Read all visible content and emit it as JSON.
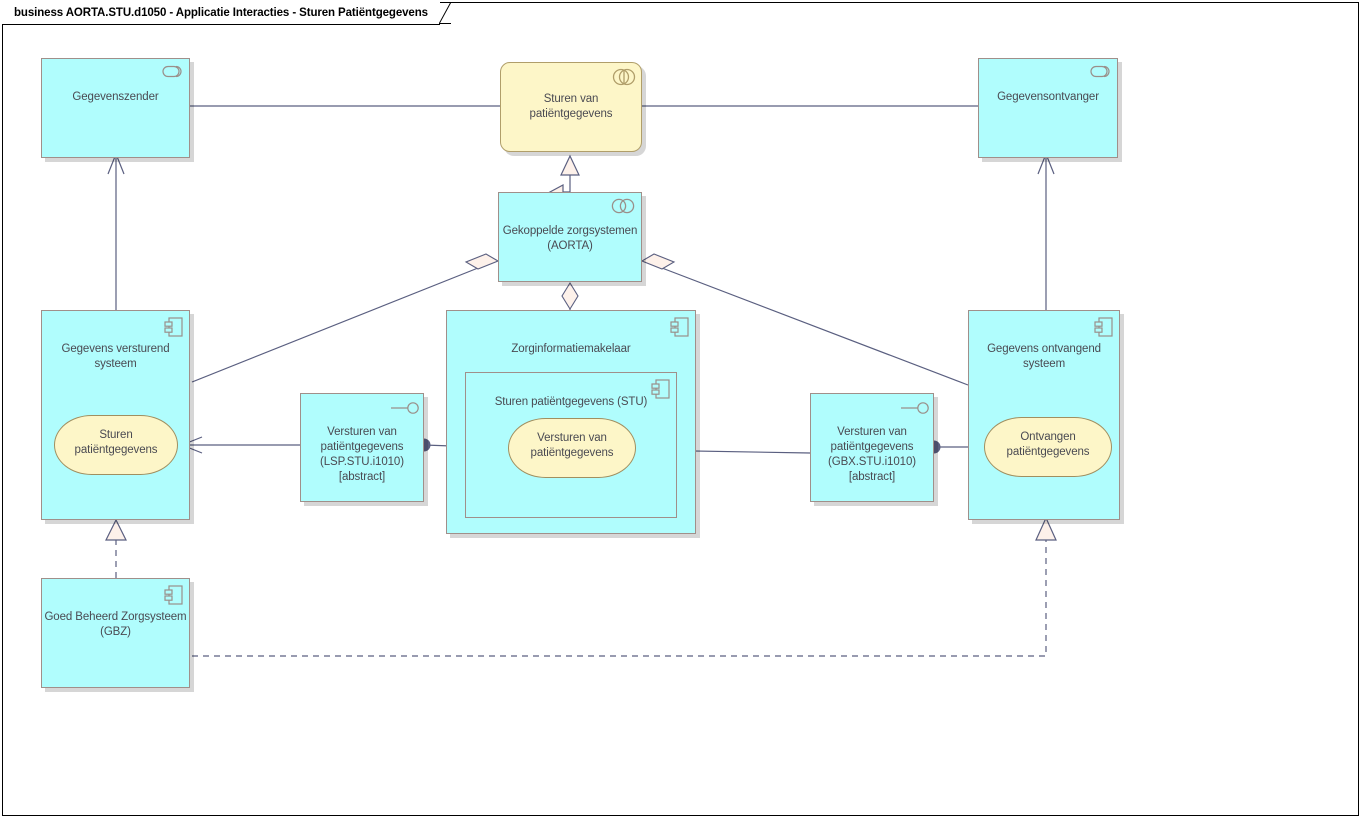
{
  "diagram": {
    "title": "business AORTA.STU.d1050 - Applicatie Interacties - Sturen Patiëntgegevens",
    "type": "uml-component-diagram",
    "colors": {
      "cyan_fill": "#b0fdfd",
      "yellow_fill": "#fdf6c8",
      "node_border": "#9a8f8a",
      "connector": "#5a5f80",
      "text": "#4a4a52",
      "canvas": "#ffffff"
    }
  },
  "nodes": {
    "gegevenszender": {
      "label": "Gegevenszender",
      "icon": "actor-role-icon",
      "kind": "role",
      "fill": "cyan"
    },
    "sturen_van_patientgegevens_collab": {
      "label": "Sturen van\npatiëntgegevens",
      "line1": "Sturen van",
      "line2": "patiëntgegevens",
      "icon": "collaboration-split-icon",
      "kind": "business-collaboration",
      "fill": "yellow"
    },
    "gegevensontvanger": {
      "label": "Gegevensontvanger",
      "icon": "actor-role-icon",
      "kind": "role",
      "fill": "cyan"
    },
    "gekoppelde_zorgsystemen": {
      "line1": "Gekoppelde zorgsystemen",
      "line2": "(AORTA)",
      "icon": "collaboration-circles-icon",
      "kind": "application-collaboration",
      "fill": "cyan"
    },
    "gegevens_versturend_systeem": {
      "line1": "Gegevens versturend",
      "line2": "systeem",
      "icon": "component-icon",
      "kind": "component",
      "fill": "cyan"
    },
    "sturen_patientgegevens_oval_left": {
      "line1": "Sturen",
      "line2": "patiëntgegevens",
      "kind": "behaviour",
      "fill": "yellow"
    },
    "zorginformatiemakelaar": {
      "label": "Zorginformatiemakelaar",
      "icon": "component-icon",
      "kind": "component",
      "fill": "cyan"
    },
    "sturen_patientgegevens_stu": {
      "label": "Sturen patiëntgegevens (STU)",
      "icon": "component-icon",
      "kind": "component",
      "fill": "cyan"
    },
    "versturen_van_patientgegevens_oval_mid": {
      "line1": "Versturen van",
      "line2": "patiëntgegevens",
      "kind": "behaviour",
      "fill": "yellow"
    },
    "lsp_interface": {
      "line1": "Versturen van",
      "line2": "patiëntgegevens",
      "line3": "(LSP.STU.i1010)",
      "line4": "[abstract]",
      "icon": "lollipop-interface-icon",
      "kind": "interface",
      "fill": "cyan"
    },
    "gbx_interface": {
      "line1": "Versturen van",
      "line2": "patiëntgegevens",
      "line3": "(GBX.STU.i1010)",
      "line4": "[abstract]",
      "icon": "lollipop-interface-icon",
      "kind": "interface",
      "fill": "cyan"
    },
    "gegevens_ontvangend_systeem": {
      "line1": "Gegevens ontvangend",
      "line2": "systeem",
      "icon": "component-icon",
      "kind": "component",
      "fill": "cyan"
    },
    "ontvangen_patientgegevens_oval": {
      "line1": "Ontvangen",
      "line2": "patiëntgegevens",
      "kind": "behaviour",
      "fill": "yellow"
    },
    "goed_beheerd_zorgsysteem": {
      "line1": "Goed Beheerd Zorgsysteem",
      "line2": "(GBZ)",
      "icon": "component-icon",
      "kind": "component",
      "fill": "cyan"
    }
  },
  "connectors": [
    {
      "name": "zender-to-collab",
      "style": "solid",
      "arrow": "none"
    },
    {
      "name": "collab-to-ontvanger",
      "style": "solid",
      "arrow": "none"
    },
    {
      "name": "aorta-realizes-collab",
      "style": "solid",
      "arrow": "hollow-triangle"
    },
    {
      "name": "aorta-aggregates-versturend",
      "style": "solid",
      "arrow": "hollow-diamond"
    },
    {
      "name": "aorta-aggregates-makelaar",
      "style": "solid",
      "arrow": "hollow-diamond"
    },
    {
      "name": "aorta-aggregates-ontvangend",
      "style": "solid",
      "arrow": "hollow-diamond"
    },
    {
      "name": "versturend-assigned-zender",
      "style": "solid",
      "arrow": "open"
    },
    {
      "name": "ontvangend-assigned-ontvanger",
      "style": "solid",
      "arrow": "open"
    },
    {
      "name": "lsp-to-sturen-oval",
      "style": "solid",
      "arrow": "open"
    },
    {
      "name": "lsp-ball-to-versturen-oval",
      "style": "solid",
      "arrow": "ball"
    },
    {
      "name": "gbx-to-versturen-oval",
      "style": "solid",
      "arrow": "open"
    },
    {
      "name": "gbx-ball-to-ontvangen-oval",
      "style": "solid",
      "arrow": "ball"
    },
    {
      "name": "gbz-realizes-versturend",
      "style": "dashed",
      "arrow": "hollow-triangle"
    },
    {
      "name": "gbz-realizes-ontvangend",
      "style": "dashed",
      "arrow": "hollow-triangle"
    }
  ]
}
